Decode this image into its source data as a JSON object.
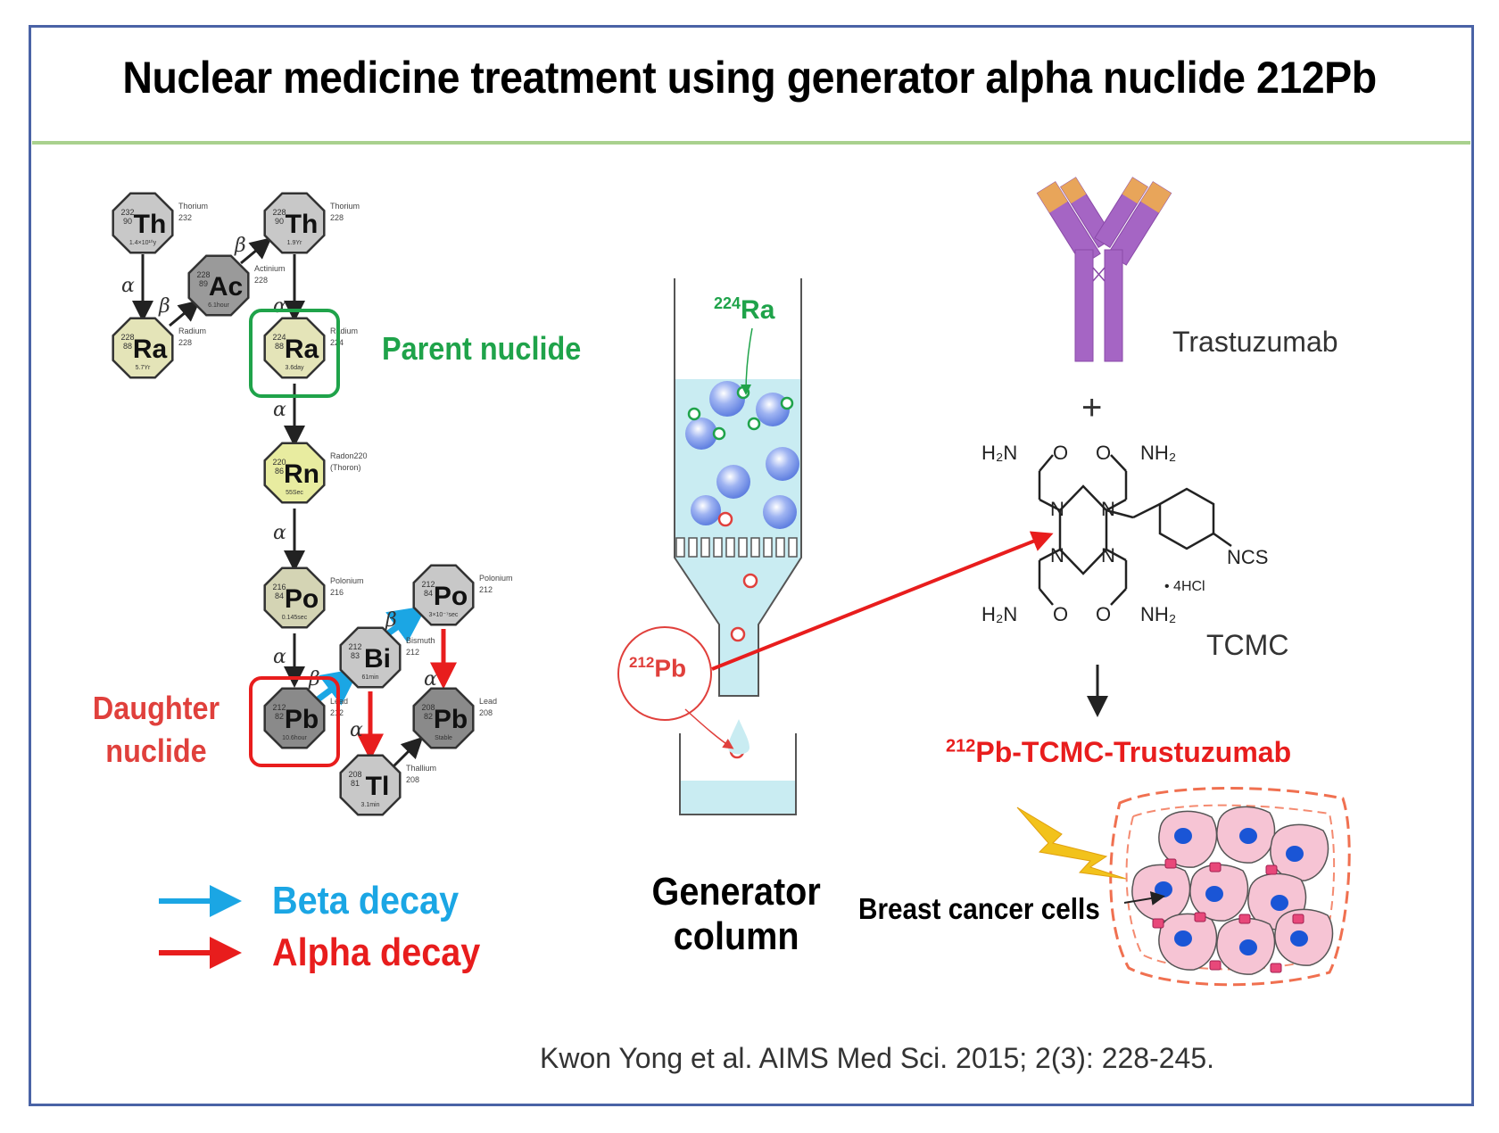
{
  "title": "Nuclear medicine treatment using generator alpha nuclide 212Pb",
  "labels": {
    "parent": "Parent nuclide",
    "daughter_line1": "Daughter",
    "daughter_line2": "nuclide",
    "beta": "Beta decay",
    "alpha": "Alpha decay",
    "generator_line1": "Generator",
    "generator_line2": "column",
    "breast": "Breast cancer cells",
    "trastuzumab": "Trastuzumab",
    "plus": "+",
    "tcmc": "TCMC",
    "conjugate_sup": "212",
    "conjugate": "Pb-TCMC-Trustuzumab",
    "ra_sup": "224",
    "ra": "Ra",
    "pb_sup": "212",
    "pb": "Pb",
    "citation": "Kwon Yong et al. AIMS Med Sci. 2015; 2(3): 228-245."
  },
  "decay_symbols": {
    "alpha": "α",
    "beta": "β"
  },
  "nuclides": [
    {
      "id": "th232",
      "symbol": "Th",
      "mass": "232",
      "z": "90",
      "name": "Thorium",
      "sub": "232",
      "half": "1.4×10¹⁰y"
    },
    {
      "id": "th228",
      "symbol": "Th",
      "mass": "228",
      "z": "90",
      "name": "Thorium",
      "sub": "228",
      "half": "1.9Yr"
    },
    {
      "id": "ac228",
      "symbol": "Ac",
      "mass": "228",
      "z": "89",
      "name": "Actinium",
      "sub": "228",
      "half": "6.1hour"
    },
    {
      "id": "ra228",
      "symbol": "Ra",
      "mass": "228",
      "z": "88",
      "name": "Radium",
      "sub": "228",
      "half": "5.7Yr"
    },
    {
      "id": "ra224",
      "symbol": "Ra",
      "mass": "224",
      "z": "88",
      "name": "Radium",
      "sub": "224",
      "half": "3.6day"
    },
    {
      "id": "rn220",
      "symbol": "Rn",
      "mass": "220",
      "z": "86",
      "name": "Radon220",
      "sub": "(Thoron)",
      "half": "55Sec"
    },
    {
      "id": "po216",
      "symbol": "Po",
      "mass": "216",
      "z": "84",
      "name": "Polonium",
      "sub": "216",
      "half": "0.145sec"
    },
    {
      "id": "po212",
      "symbol": "Po",
      "mass": "212",
      "z": "84",
      "name": "Polonium",
      "sub": "212",
      "half": "3×10⁻⁷sec"
    },
    {
      "id": "bi212",
      "symbol": "Bi",
      "mass": "212",
      "z": "83",
      "name": "Bismuth",
      "sub": "212",
      "half": "61min"
    },
    {
      "id": "pb212",
      "symbol": "Pb",
      "mass": "212",
      "z": "82",
      "name": "Lead",
      "sub": "212",
      "half": "10.6hour"
    },
    {
      "id": "pb208",
      "symbol": "Pb",
      "mass": "208",
      "z": "82",
      "name": "Lead",
      "sub": "208",
      "half": "Stable"
    },
    {
      "id": "tl208",
      "symbol": "Tl",
      "mass": "208",
      "z": "81",
      "name": "Thallium",
      "sub": "208",
      "half": "3.1min"
    }
  ],
  "chem": {
    "h2n": "H₂N",
    "nh2": "NH₂",
    "o": "O",
    "n": "N",
    "ncs": "NCS",
    "hcl": "• 4HCl"
  },
  "colors": {
    "green": "#1fa34a",
    "red": "#e0403c",
    "blue": "#1ba6e4",
    "frame": "#4a63a6",
    "rule": "#a9d18e"
  }
}
